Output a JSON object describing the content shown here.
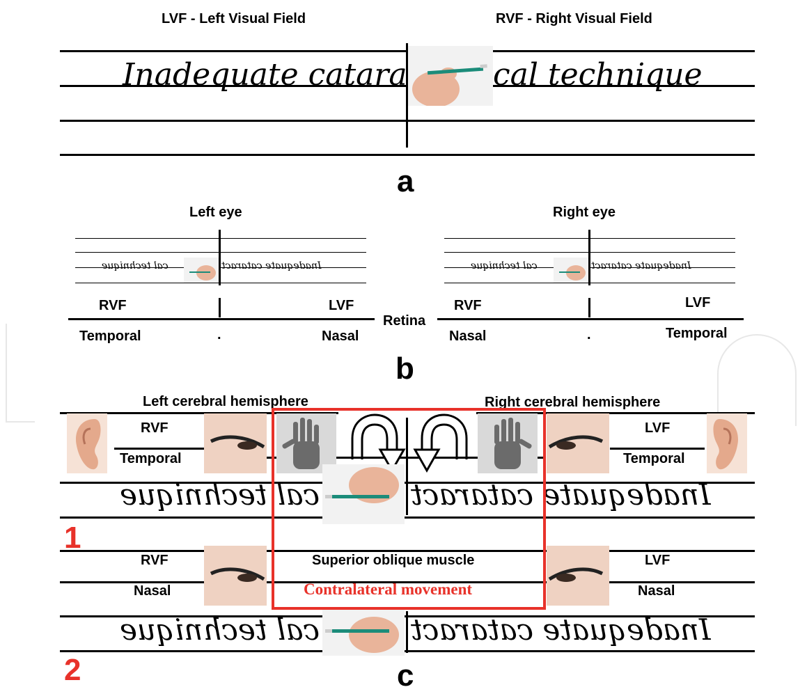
{
  "panel_a": {
    "lvf_title": "LVF - Left Visual Field",
    "rvf_title": "RVF - Right Visual Field",
    "sentence_left": "Inadequate cataract",
    "sentence_right": "cal technique",
    "label": "a"
  },
  "panel_b": {
    "left_eye": "Left eye",
    "right_eye": "Right eye",
    "left_rvf": "RVF",
    "left_lvf": "LVF",
    "right_rvf": "RVF",
    "right_lvf": "LVF",
    "retina": "Retina",
    "left_temporal": "Temporal",
    "left_nasal": "Nasal",
    "right_nasal": "Nasal",
    "right_temporal": "Temporal",
    "mini_left": "cal technique",
    "mini_right": "Inadequate cataract",
    "label": "b"
  },
  "panel_c": {
    "left_hemisphere": "Left cerebral hemisphere",
    "right_hemisphere": "Right cerebral hemisphere",
    "row1_rvf": "RVF",
    "row1_temporal_left": "Temporal",
    "row1_lvf": "LVF",
    "row1_temporal_right": "Temporal",
    "row2_rvf": "RVF",
    "row2_nasal_left": "Nasal",
    "row2_lvf": "LVF",
    "row2_nasal_right": "Nasal",
    "muscle": "Superior oblique muscle",
    "movement": "Contralateral movement",
    "mirror_left": "cal technique",
    "mirror_right": "Inadequate cataract",
    "num1": "1",
    "num2": "2",
    "label": "c"
  },
  "colors": {
    "accent_red": "#e8322a",
    "skin": "#e9b49a",
    "pencil": "#1b8c7a"
  }
}
